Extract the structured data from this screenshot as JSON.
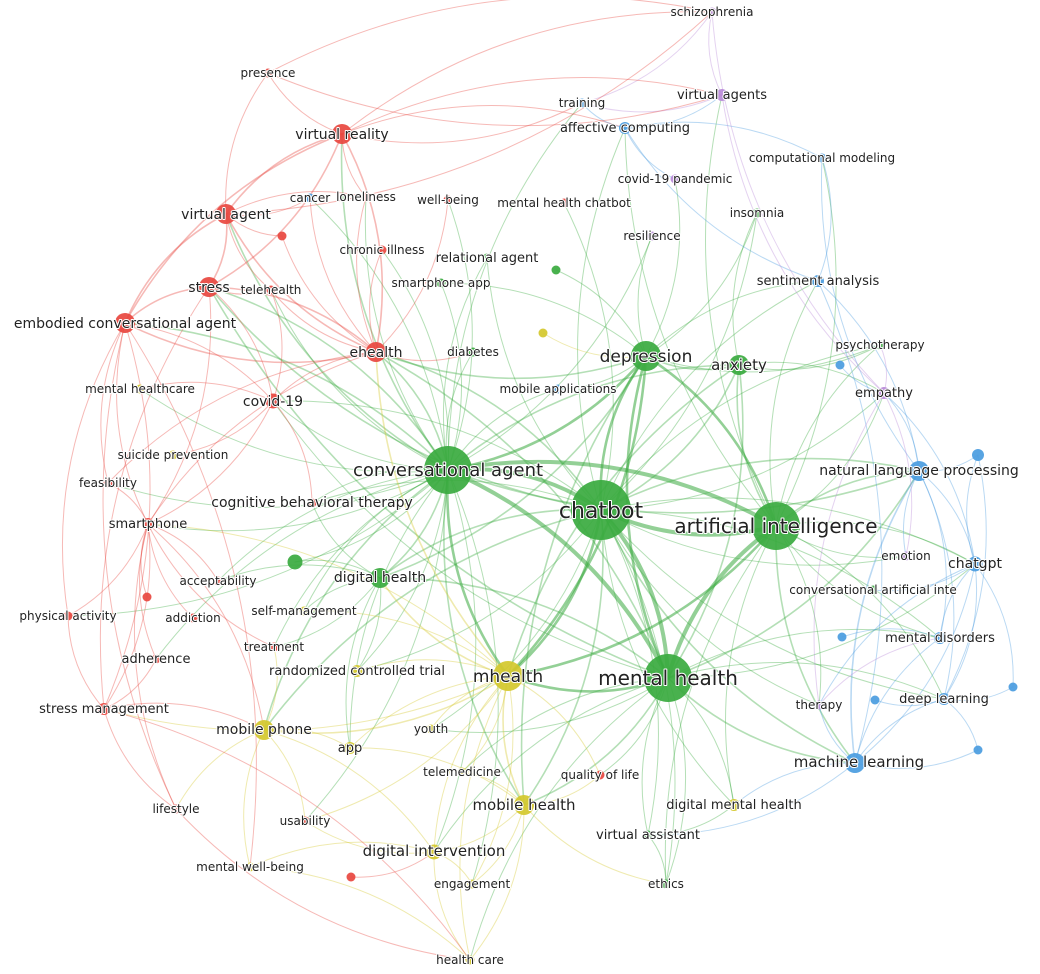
{
  "cluster_colors": {
    "red": "#e8473f",
    "green": "#3aaa3f",
    "blue": "#4a9ce0",
    "yellow": "#d4c82c",
    "purple": "#b98ad8"
  },
  "nodes": [
    {
      "id": "schizophrenia",
      "label": "schizophrenia",
      "cluster": "purple",
      "weight": 1
    },
    {
      "id": "virtual agents",
      "label": "virtual agents",
      "cluster": "purple",
      "weight": 2
    },
    {
      "id": "training",
      "label": "training",
      "cluster": "blue",
      "weight": 1
    },
    {
      "id": "affective computing",
      "label": "affective computing",
      "cluster": "blue",
      "weight": 2
    },
    {
      "id": "computational modeling",
      "label": "computational modeling",
      "cluster": "blue",
      "weight": 1
    },
    {
      "id": "covid-19 pandemic",
      "label": "covid-19 pandemic",
      "cluster": "purple",
      "weight": 1
    },
    {
      "id": "insomnia",
      "label": "insomnia",
      "cluster": "green",
      "weight": 1
    },
    {
      "id": "resilience",
      "label": "resilience",
      "cluster": "purple",
      "weight": 1
    },
    {
      "id": "sentiment analysis",
      "label": "sentiment analysis",
      "cluster": "blue",
      "weight": 2
    },
    {
      "id": "psychotherapy",
      "label": "psychotherapy",
      "cluster": "green",
      "weight": 1
    },
    {
      "id": "empathy",
      "label": "empathy",
      "cluster": "purple",
      "weight": 2
    },
    {
      "id": "natural language processing",
      "label": "natural language processing",
      "cluster": "blue",
      "weight": 4
    },
    {
      "id": "chatgpt",
      "label": "chatgpt",
      "cluster": "blue",
      "weight": 3
    },
    {
      "id": "emotion",
      "label": "emotion",
      "cluster": "purple",
      "weight": 1
    },
    {
      "id": "conversational artificial inte",
      "label": "conversational artificial inte",
      "cluster": "green",
      "weight": 1
    },
    {
      "id": "mental disorders",
      "label": "mental disorders",
      "cluster": "blue",
      "weight": 2
    },
    {
      "id": "deep learning",
      "label": "deep learning",
      "cluster": "blue",
      "weight": 2
    },
    {
      "id": "machine learning",
      "label": "machine learning",
      "cluster": "blue",
      "weight": 4
    },
    {
      "id": "therapy",
      "label": "therapy",
      "cluster": "purple",
      "weight": 1
    },
    {
      "id": "digital mental health",
      "label": "digital mental health",
      "cluster": "yellow",
      "weight": 2
    },
    {
      "id": "virtual assistant",
      "label": "virtual assistant",
      "cluster": "green",
      "weight": 1
    },
    {
      "id": "ethics",
      "label": "ethics",
      "cluster": "green",
      "weight": 1
    },
    {
      "id": "quality of life",
      "label": "quality of life",
      "cluster": "red",
      "weight": 1
    },
    {
      "id": "telemedicine",
      "label": "telemedicine",
      "cluster": "yellow",
      "weight": 1
    },
    {
      "id": "mobile health",
      "label": "mobile health",
      "cluster": "yellow",
      "weight": 4
    },
    {
      "id": "digital intervention",
      "label": "digital intervention",
      "cluster": "yellow",
      "weight": 3
    },
    {
      "id": "engagement",
      "label": "engagement",
      "cluster": "yellow",
      "weight": 1
    },
    {
      "id": "health care",
      "label": "health care",
      "cluster": "yellow",
      "weight": 1
    },
    {
      "id": "mental well-being",
      "label": "mental well-being",
      "cluster": "yellow",
      "weight": 1
    },
    {
      "id": "usability",
      "label": "usability",
      "cluster": "red",
      "weight": 1
    },
    {
      "id": "lifestyle",
      "label": "lifestyle",
      "cluster": "red",
      "weight": 1
    },
    {
      "id": "stress management",
      "label": "stress management",
      "cluster": "red",
      "weight": 2
    },
    {
      "id": "mobile phone",
      "label": "mobile phone",
      "cluster": "yellow",
      "weight": 4
    },
    {
      "id": "app",
      "label": "app",
      "cluster": "yellow",
      "weight": 2
    },
    {
      "id": "youth",
      "label": "youth",
      "cluster": "yellow",
      "weight": 1
    },
    {
      "id": "mhealth",
      "label": "mhealth",
      "cluster": "yellow",
      "weight": 6
    },
    {
      "id": "mental health",
      "label": "mental health",
      "cluster": "green",
      "weight": 9
    },
    {
      "id": "adherence",
      "label": "adherence",
      "cluster": "red",
      "weight": 1
    },
    {
      "id": "physical activity",
      "label": "physical activity",
      "cluster": "red",
      "weight": 1
    },
    {
      "id": "addiction",
      "label": "addiction",
      "cluster": "red",
      "weight": 1
    },
    {
      "id": "treatment",
      "label": "treatment",
      "cluster": "red",
      "weight": 1
    },
    {
      "id": "acceptability",
      "label": "acceptability",
      "cluster": "red",
      "weight": 1
    },
    {
      "id": "self-management",
      "label": "self-management",
      "cluster": "yellow",
      "weight": 1
    },
    {
      "id": "randomized controlled trial",
      "label": "randomized controlled trial",
      "cluster": "yellow",
      "weight": 2
    },
    {
      "id": "digital health",
      "label": "digital health",
      "cluster": "green",
      "weight": 4
    },
    {
      "id": "smartphone",
      "label": "smartphone",
      "cluster": "red",
      "weight": 2
    },
    {
      "id": "feasibility",
      "label": "feasibility",
      "cluster": "red",
      "weight": 1
    },
    {
      "id": "cognitive behavioral therapy",
      "label": "cognitive behavioral therapy",
      "cluster": "red",
      "weight": 1
    },
    {
      "id": "suicide prevention",
      "label": "suicide prevention",
      "cluster": "yellow",
      "weight": 1
    },
    {
      "id": "mental healthcare",
      "label": "mental healthcare",
      "cluster": "yellow",
      "weight": 1
    },
    {
      "id": "covid-19",
      "label": "covid-19",
      "cluster": "red",
      "weight": 3
    },
    {
      "id": "ehealth",
      "label": "ehealth",
      "cluster": "red",
      "weight": 4
    },
    {
      "id": "embodied conversational agent",
      "label": "embodied conversational agent",
      "cluster": "red",
      "weight": 4
    },
    {
      "id": "stress",
      "label": "stress",
      "cluster": "red",
      "weight": 4
    },
    {
      "id": "telehealth",
      "label": "telehealth",
      "cluster": "red",
      "weight": 1
    },
    {
      "id": "virtual agent",
      "label": "virtual agent",
      "cluster": "red",
      "weight": 4
    },
    {
      "id": "virtual reality",
      "label": "virtual reality",
      "cluster": "red",
      "weight": 4
    },
    {
      "id": "presence",
      "label": "presence",
      "cluster": "red",
      "weight": 1
    },
    {
      "id": "cancer",
      "label": "cancer",
      "cluster": "blue",
      "weight": 1
    },
    {
      "id": "loneliness",
      "label": "loneliness",
      "cluster": "red",
      "weight": 1
    },
    {
      "id": "well-being",
      "label": "well-being",
      "cluster": "red",
      "weight": 1
    },
    {
      "id": "mental health chatbot",
      "label": "mental health chatbot",
      "cluster": "red",
      "weight": 1
    },
    {
      "id": "chronic illness",
      "label": "chronic illness",
      "cluster": "red",
      "weight": 1
    },
    {
      "id": "relational agent",
      "label": "relational agent",
      "cluster": "green",
      "weight": 1
    },
    {
      "id": "smartphone app",
      "label": "smartphone app",
      "cluster": "green",
      "weight": 1
    },
    {
      "id": "diabetes",
      "label": "diabetes",
      "cluster": "green",
      "weight": 1
    },
    {
      "id": "mobile applications",
      "label": "mobile applications",
      "cluster": "blue",
      "weight": 1
    },
    {
      "id": "depression",
      "label": "depression",
      "cluster": "green",
      "weight": 6
    },
    {
      "id": "anxiety",
      "label": "anxiety",
      "cluster": "green",
      "weight": 4
    },
    {
      "id": "conversational agent",
      "label": "conversational agent",
      "cluster": "green",
      "weight": 9
    },
    {
      "id": "chatbot",
      "label": "chatbot",
      "cluster": "green",
      "weight": 10
    },
    {
      "id": "artificial intelligence",
      "label": "artificial intelligence",
      "cluster": "green",
      "weight": 9
    },
    {
      "id": "u_yellow_1",
      "label": "",
      "cluster": "yellow",
      "weight": 1
    },
    {
      "id": "u_green_1",
      "label": "",
      "cluster": "green",
      "weight": 1
    },
    {
      "id": "u_green_2",
      "label": "",
      "cluster": "green",
      "weight": 3
    },
    {
      "id": "u_red_1",
      "label": "",
      "cluster": "red",
      "weight": 1
    },
    {
      "id": "u_red_2",
      "label": "",
      "cluster": "red",
      "weight": 1
    },
    {
      "id": "u_red_3",
      "label": "",
      "cluster": "red",
      "weight": 1
    },
    {
      "id": "u_blue_1",
      "label": "",
      "cluster": "blue",
      "weight": 1
    },
    {
      "id": "u_blue_2",
      "label": "",
      "cluster": "blue",
      "weight": 1
    },
    {
      "id": "u_blue_3",
      "label": "",
      "cluster": "blue",
      "weight": 1
    },
    {
      "id": "u_blue_4",
      "label": "",
      "cluster": "blue",
      "weight": 2
    },
    {
      "id": "u_blue_5",
      "label": "",
      "cluster": "blue",
      "weight": 1
    },
    {
      "id": "u_blue_6",
      "label": "",
      "cluster": "blue",
      "weight": 1
    }
  ]
}
